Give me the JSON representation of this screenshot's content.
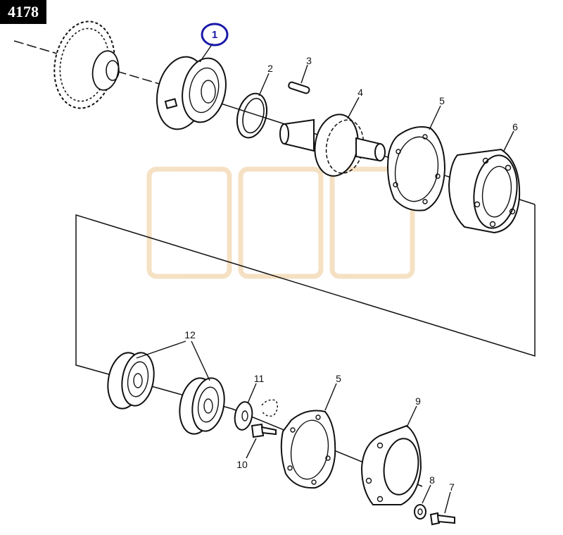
{
  "figure_number": "4178",
  "callouts": {
    "c1": "1",
    "c2": "2",
    "c3": "3",
    "c4": "4",
    "c5_top": "5",
    "c6": "6",
    "c12": "12",
    "c11": "11",
    "c5_bottom": "5",
    "c9": "9",
    "c10": "10",
    "c8": "8",
    "c7": "7"
  },
  "colors": {
    "highlight_circle": "#1a1aa8",
    "watermark": "#f3d9b5"
  }
}
